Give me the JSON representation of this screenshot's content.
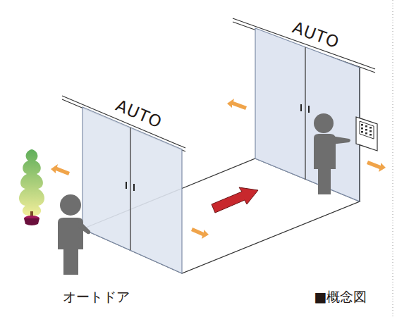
{
  "diagram": {
    "labels": [
      "AUTO",
      "AUTO",
      "オートドア",
      "■概念図"
    ]
  }
}
